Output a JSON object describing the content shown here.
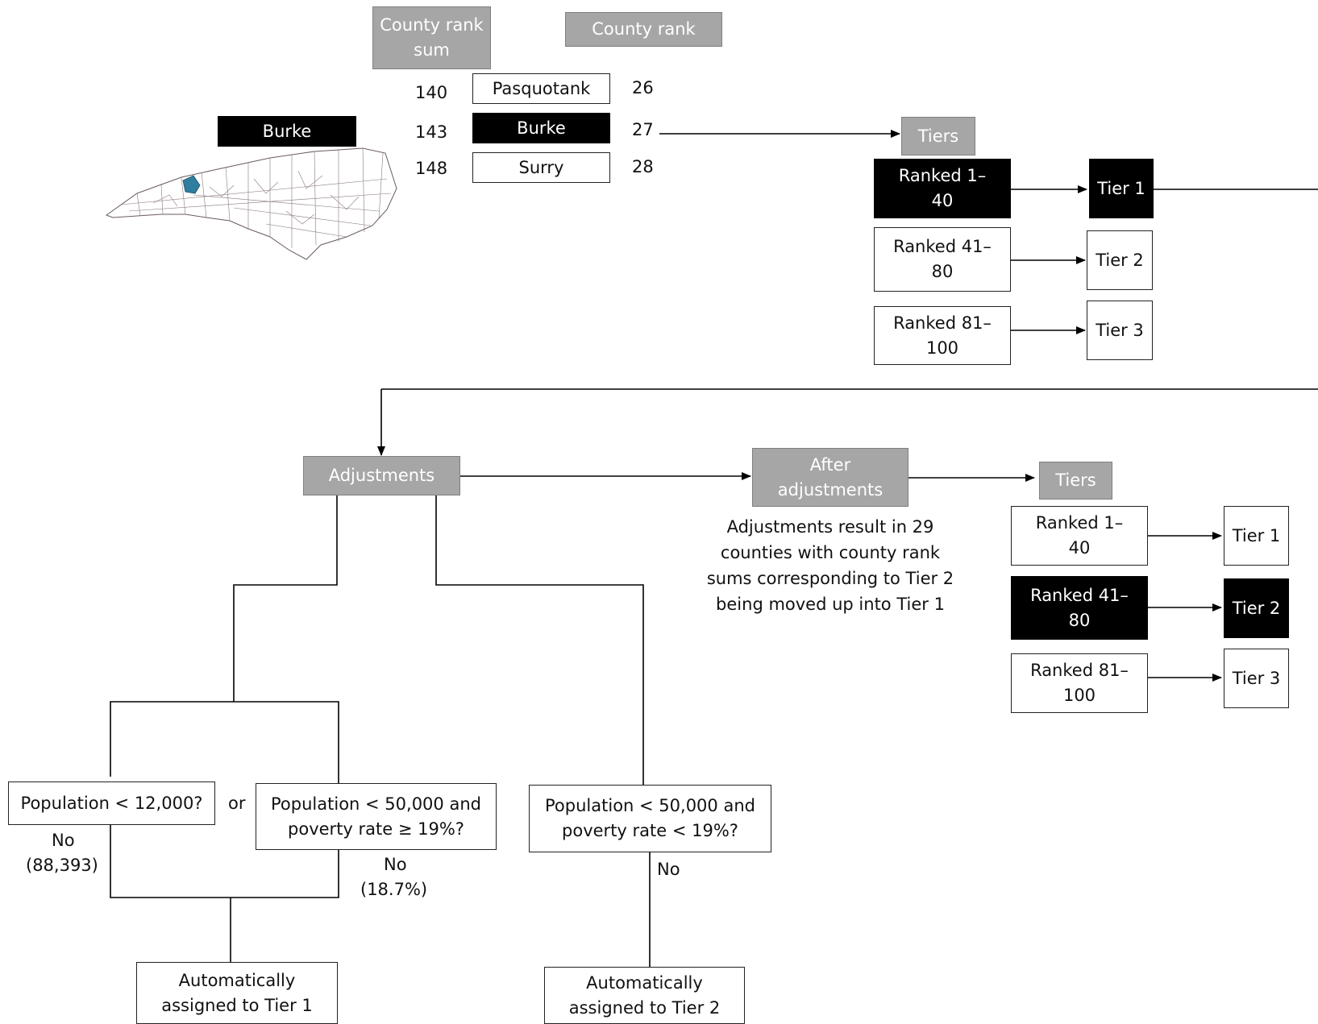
{
  "header": {
    "rank_sum_label": "County rank sum",
    "county_rank_label": "County rank"
  },
  "highlight_county": "Burke",
  "map": {
    "highlight_color": "#2f7ea0",
    "border_color": "#6b5b5b"
  },
  "rank_rows": [
    {
      "sum": "140",
      "county": "Pasquotank",
      "rank": "26"
    },
    {
      "sum": "143",
      "county": "Burke",
      "rank": "27"
    },
    {
      "sum": "148",
      "county": "Surry",
      "rank": "28"
    }
  ],
  "tiers_label": "Tiers",
  "initial_tiers": [
    {
      "range": "Ranked 1–40",
      "tier": "Tier 1"
    },
    {
      "range": "Ranked 41–80",
      "tier": "Tier 2"
    },
    {
      "range": "Ranked 81–100",
      "tier": "Tier 3"
    }
  ],
  "adjustments_label": "Adjustments",
  "after_adjustments_label": "After adjustments",
  "adjustment_note": "Adjustments result in 29 counties with county rank sums corresponding to Tier 2 being moved up into Tier 1",
  "final_tiers": [
    {
      "range": "Ranked 1–40",
      "tier": "Tier 1"
    },
    {
      "range": "Ranked 41–80",
      "tier": "Tier 2"
    },
    {
      "range": "Ranked 81–100",
      "tier": "Tier 3"
    }
  ],
  "conditions": {
    "pop_12000": "Population < 12,000?",
    "or": "or",
    "pop_50000_high_poverty": "Population < 50,000 and poverty rate ≥ 19%?",
    "pop_50000_low_poverty": "Population < 50,000 and poverty rate < 19%?",
    "no_88393_1": "No",
    "no_88393_2": "(88,393)",
    "no_187_1": "No",
    "no_187_2": "(18.7%)",
    "no_plain": "No"
  },
  "outcomes": {
    "auto_tier1": "Automatically assigned to Tier 1",
    "auto_tier2": "Automatically assigned to Tier 2"
  }
}
